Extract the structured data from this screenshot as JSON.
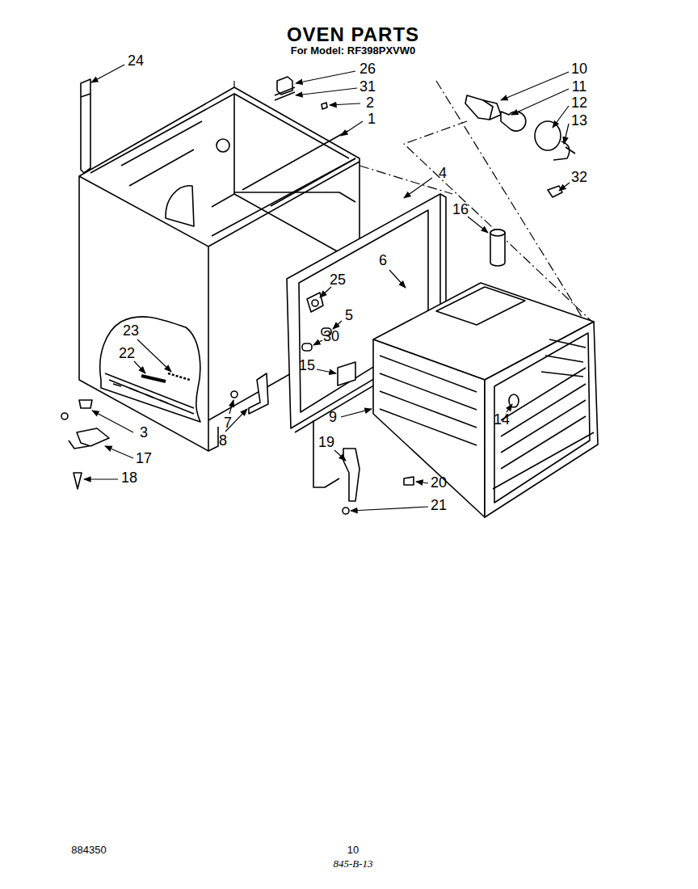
{
  "diagram": {
    "title": "OVEN PARTS",
    "labels": [
      "For Model: RF398PXVW0",
      "24",
      "26",
      "10",
      "31",
      "11",
      "2",
      "12",
      "1",
      "13",
      "4",
      "32",
      "16",
      "6",
      "25",
      "5",
      "23",
      "30",
      "15",
      "22",
      "14",
      "9",
      "3",
      "7",
      "8",
      "17",
      "19",
      "20",
      "18",
      "21",
      "884350",
      "10",
      "845-B-13"
    ]
  }
}
